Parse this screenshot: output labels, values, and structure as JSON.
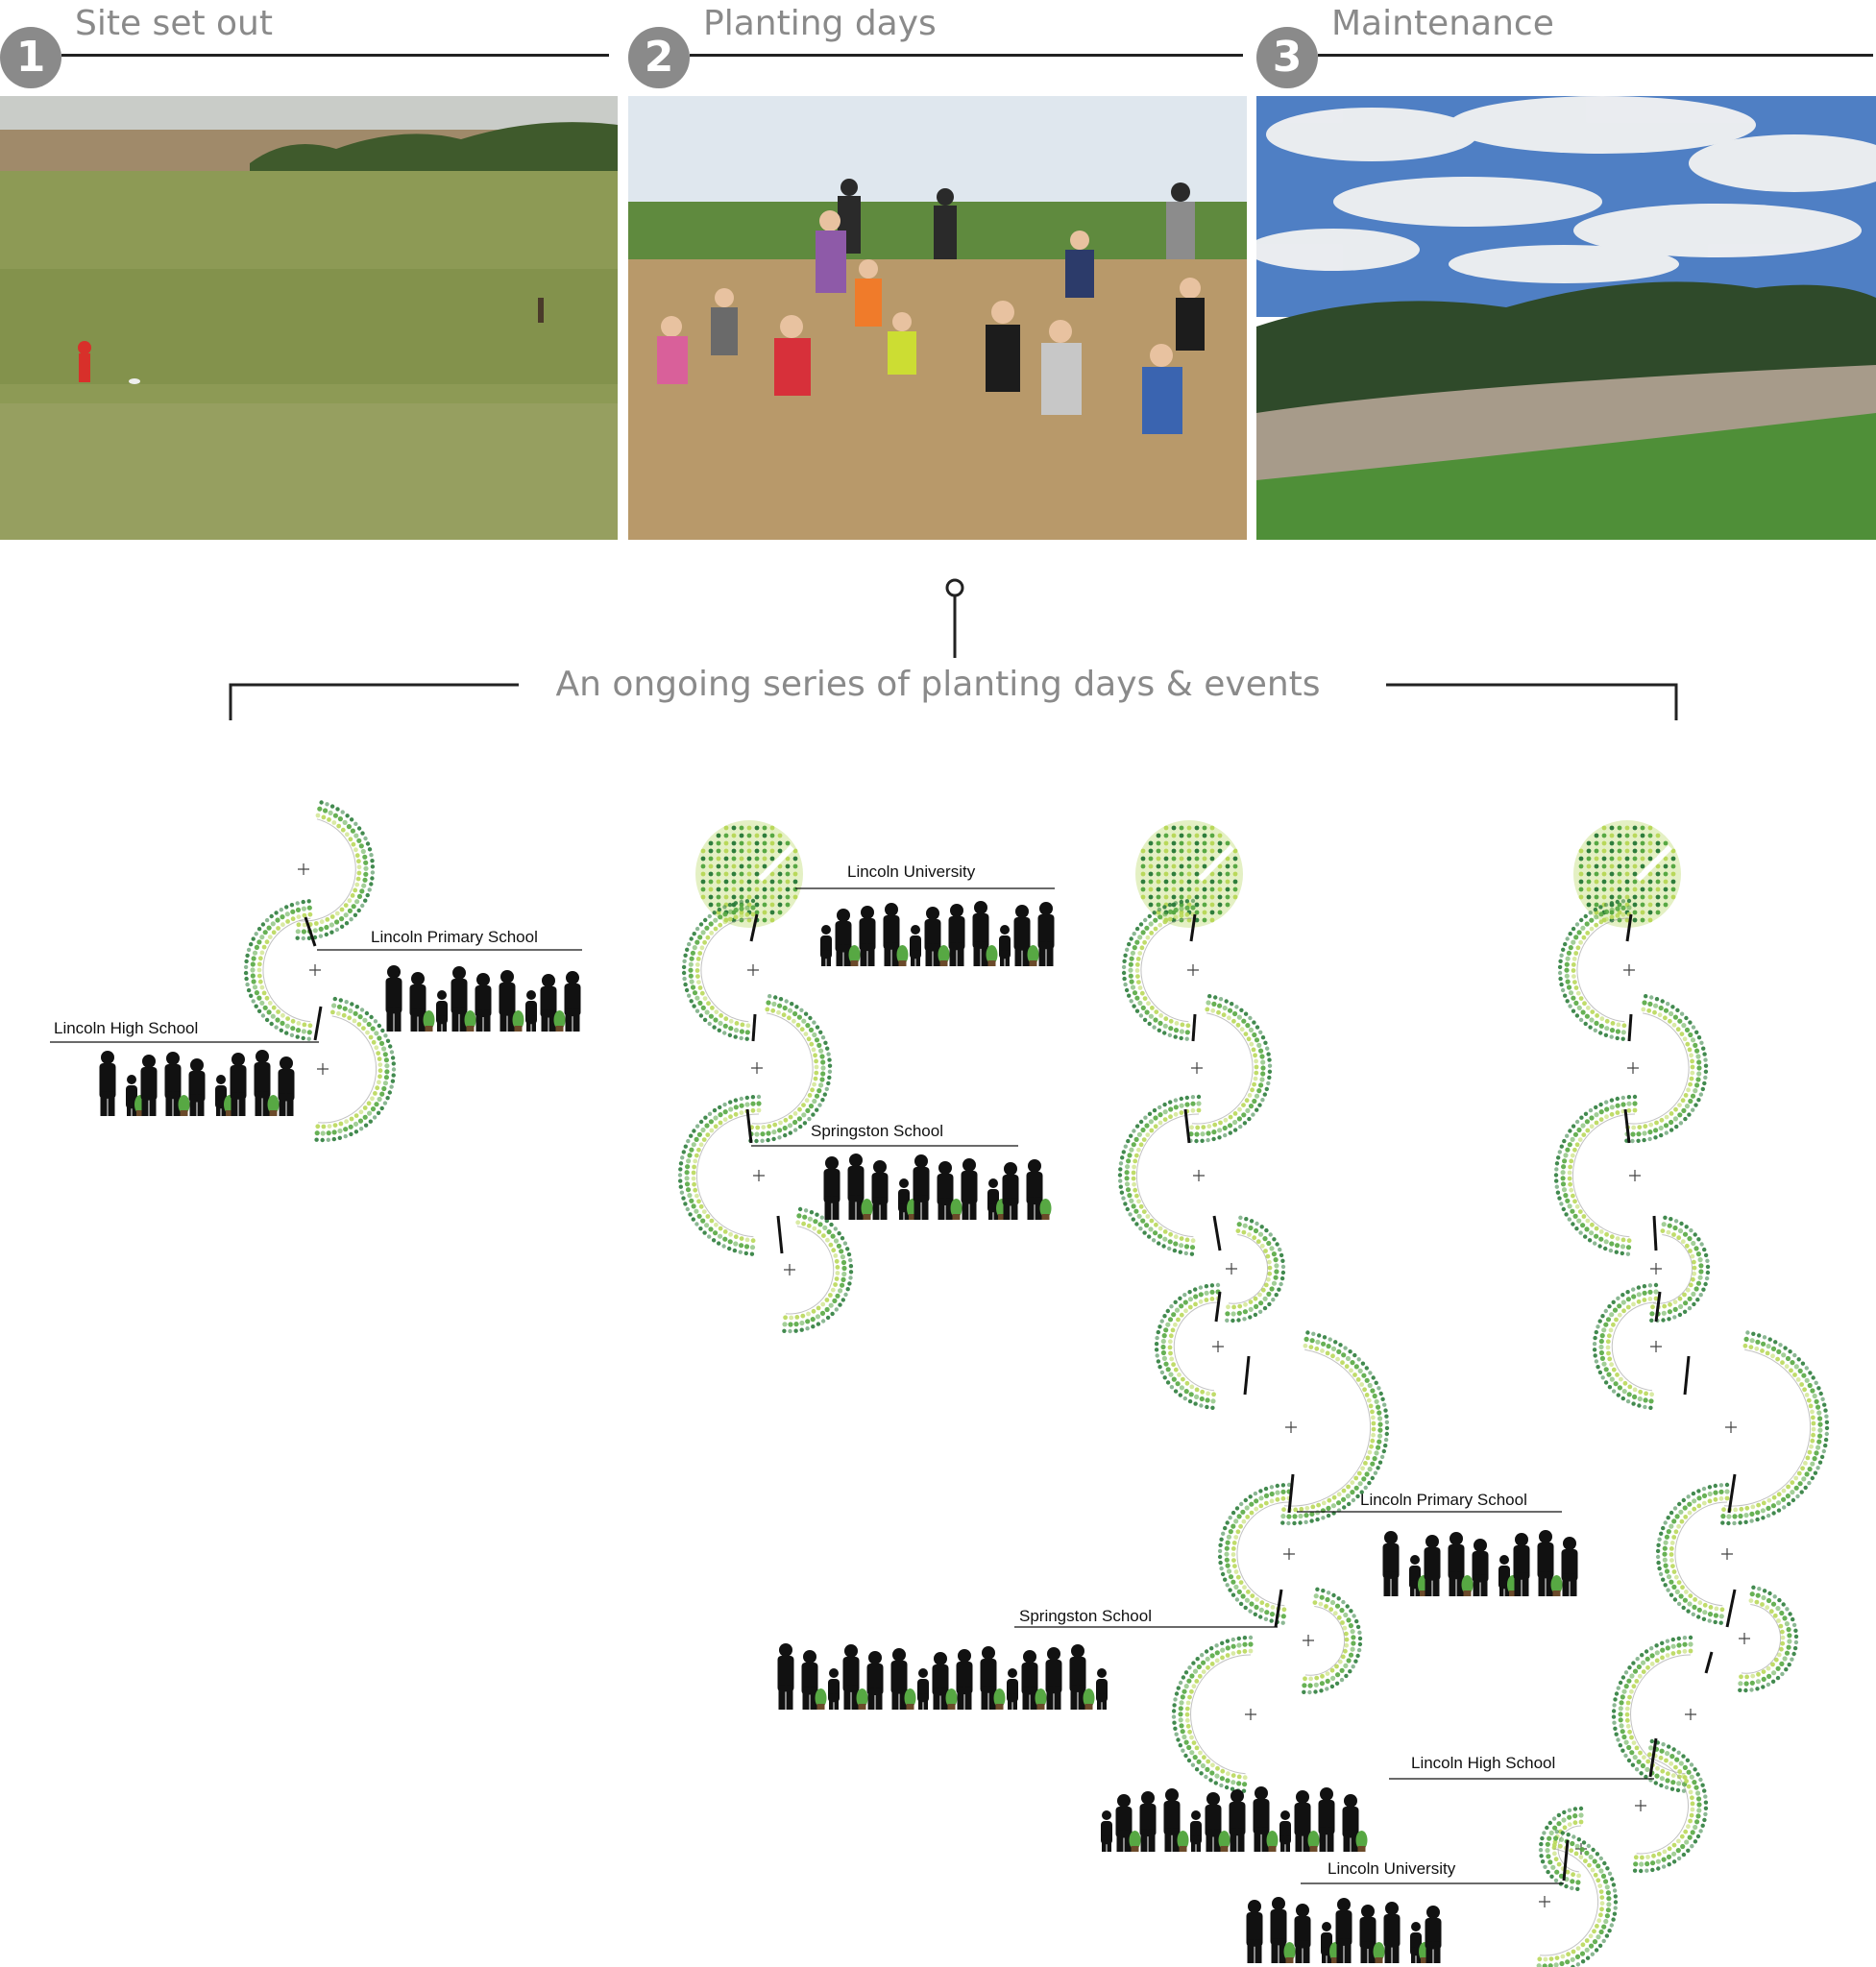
{
  "stages": [
    {
      "number": "1",
      "title": "Site set out"
    },
    {
      "number": "2",
      "title": "Planting days"
    },
    {
      "number": "3",
      "title": "Maintenance"
    }
  ],
  "series_title": "An ongoing series of planting days & events",
  "groups": [
    {
      "label": "Lincoln Primary School"
    },
    {
      "label": "Lincoln High School"
    },
    {
      "label": "Lincoln University"
    },
    {
      "label": "Springston School"
    },
    {
      "label": "Lincoln Primary School"
    },
    {
      "label": "Springston School"
    },
    {
      "label": "Lincoln High School"
    },
    {
      "label": "Lincoln University"
    }
  ],
  "colors": {
    "stage_grey": "#8a8a8a",
    "arc_dark_green": "#2e7d3c",
    "arc_mid_green": "#57a843",
    "arc_light_green": "#b9d85a",
    "silhouette": "#111111"
  }
}
